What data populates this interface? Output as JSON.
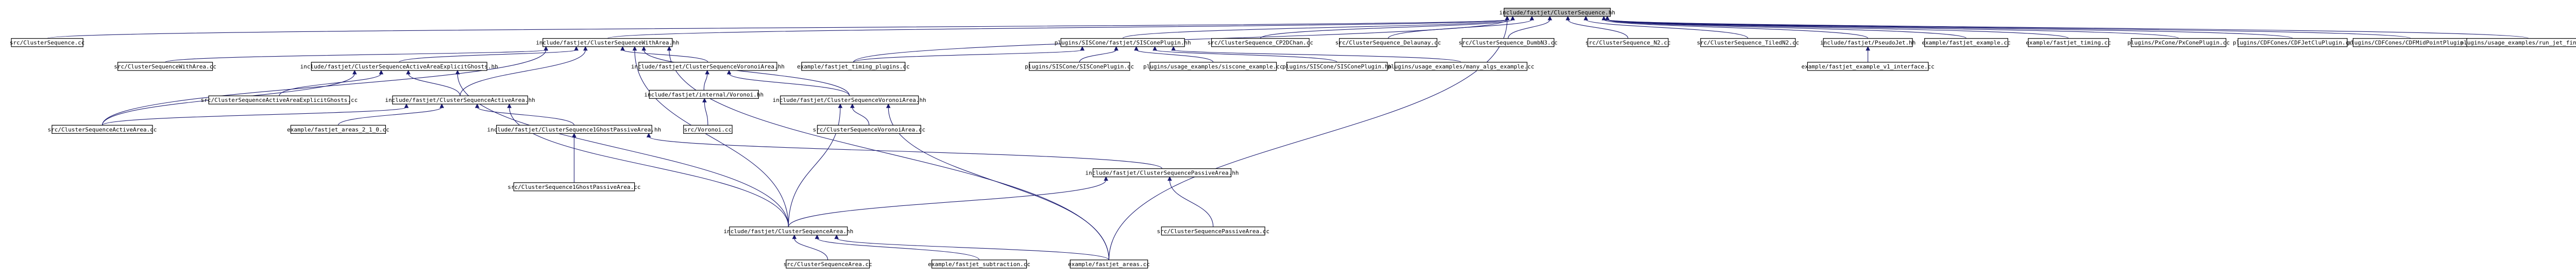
{
  "graph": {
    "root": "include/fastjet/ClusterSequence.hh",
    "nodes": [
      {
        "id": "root",
        "label": "include/fastjet/ClusterSequence.hh"
      },
      {
        "id": "csrc",
        "label": "src/ClusterSequence.cc"
      },
      {
        "id": "cswa",
        "label": "include/fastjet/ClusterSequenceWithArea.hh"
      },
      {
        "id": "siscone",
        "label": "plugins/SISCone/fastjet/SISConePlugin.hh"
      },
      {
        "id": "n2",
        "label": "src/ClusterSequence_CP2DChan.cc"
      },
      {
        "id": "delaunay",
        "label": "src/ClusterSequence_Delaunay.cc"
      },
      {
        "id": "dumb",
        "label": "src/ClusterSequence_DumbN3.cc"
      },
      {
        "id": "n2cc",
        "label": "src/ClusterSequence_N2.cc"
      },
      {
        "id": "tiled",
        "label": "src/ClusterSequence_TiledN2.cc"
      },
      {
        "id": "pj",
        "label": "include/fastjet/PseudoJet.hh"
      },
      {
        "id": "fjexample",
        "label": "example/fastjet_example.cc"
      },
      {
        "id": "fjtiming",
        "label": "example/fastjet_timing.cc"
      },
      {
        "id": "pxcone",
        "label": "plugins/PxCone/PxConePlugin.cc"
      },
      {
        "id": "cdfjet",
        "label": "plugins/CDFCones/CDFJetCluPlugin.cc"
      },
      {
        "id": "cdfmid",
        "label": "plugins/CDFCones/CDFMidPointPlugin.cc"
      },
      {
        "id": "runjet",
        "label": "plugins/usage_examples/run_jet_finder.cc"
      },
      {
        "id": "cswacc",
        "label": "src/ClusterSequenceWithArea.cc"
      },
      {
        "id": "csaeg",
        "label": "include/fastjet/ClusterSequenceActiveAreaExplicitGhosts.hh"
      },
      {
        "id": "csvah",
        "label": "include/fastjet/ClusterSequenceVoronoiArea.hh"
      },
      {
        "id": "timingpl",
        "label": "example/fastjet_timing_plugins.cc"
      },
      {
        "id": "sisconecc",
        "label": "plugins/SISCone/SISConePlugin.cc"
      },
      {
        "id": "sisconeex",
        "label": "plugins/usage_examples/siscone_example.cc"
      },
      {
        "id": "sisconehh",
        "label": "plugins/SISCone/SISConePlugin.hh"
      },
      {
        "id": "manyalgs",
        "label": "plugins/usage_examples/many_algs_example.cc"
      },
      {
        "id": "csinterface",
        "label": "example/fastjet_example_v1_interface.cc"
      },
      {
        "id": "csaegcc",
        "label": "src/ClusterSequenceActiveAreaExplicitGhosts.cc"
      },
      {
        "id": "csaa",
        "label": "include/fastjet/ClusterSequenceActiveArea.hh"
      },
      {
        "id": "voronoi",
        "label": "include/fastjet/internal/Voronoi.hh"
      },
      {
        "id": "csvah2",
        "label": "include/fastjet/ClusterSequenceVoronoiArea.hh"
      },
      {
        "id": "csaacc",
        "label": "src/ClusterSequenceActiveArea.cc"
      },
      {
        "id": "areasvn",
        "label": "example/fastjet_areas_2_1_0.cc"
      },
      {
        "id": "cs1gpa",
        "label": "include/fastjet/ClusterSequence1GhostPassiveArea.hh"
      },
      {
        "id": "voronoicc",
        "label": "src/Voronoi.cc"
      },
      {
        "id": "csvacc",
        "label": "src/ClusterSequenceVoronoiArea.cc"
      },
      {
        "id": "cs1gpacc",
        "label": "src/ClusterSequence1GhostPassiveArea.cc"
      },
      {
        "id": "cspa",
        "label": "include/fastjet/ClusterSequencePassiveArea.hh"
      },
      {
        "id": "csarea",
        "label": "include/fastjet/ClusterSequenceArea.hh"
      },
      {
        "id": "cspacc",
        "label": "src/ClusterSequencePassiveArea.cc"
      },
      {
        "id": "csareacc",
        "label": "src/ClusterSequenceArea.cc"
      },
      {
        "id": "subtraction",
        "label": "example/fastjet_subtraction.cc"
      },
      {
        "id": "areascc",
        "label": "example/fastjet_areas.cc"
      }
    ],
    "edges": [
      [
        "root",
        "csrc"
      ],
      [
        "root",
        "cswa"
      ],
      [
        "root",
        "siscone"
      ],
      [
        "root",
        "n2"
      ],
      [
        "root",
        "delaunay"
      ],
      [
        "root",
        "dumb"
      ],
      [
        "root",
        "n2cc"
      ],
      [
        "root",
        "tiled"
      ],
      [
        "root",
        "pj"
      ],
      [
        "root",
        "fjexample"
      ],
      [
        "root",
        "fjtiming"
      ],
      [
        "root",
        "pxcone"
      ],
      [
        "root",
        "cdfjet"
      ],
      [
        "root",
        "cdfmid"
      ],
      [
        "root",
        "runjet"
      ],
      [
        "root",
        "timingpl"
      ],
      [
        "root",
        "areascc"
      ],
      [
        "cswa",
        "cswacc"
      ],
      [
        "cswa",
        "csaeg"
      ],
      [
        "cswa",
        "csvah"
      ],
      [
        "cswa",
        "csaa"
      ],
      [
        "cswa",
        "csvah2"
      ],
      [
        "cswa",
        "csarea"
      ],
      [
        "cswa",
        "areascc"
      ],
      [
        "cswa",
        "csaacc"
      ],
      [
        "siscone",
        "timingpl"
      ],
      [
        "siscone",
        "sisconecc"
      ],
      [
        "siscone",
        "sisconeex"
      ],
      [
        "siscone",
        "sisconehh"
      ],
      [
        "siscone",
        "manyalgs"
      ],
      [
        "pj",
        "csinterface"
      ],
      [
        "csaeg",
        "csaegcc"
      ],
      [
        "csaeg",
        "csaa"
      ],
      [
        "csaeg",
        "csaacc"
      ],
      [
        "csaeg",
        "csarea"
      ],
      [
        "csvah",
        "voronoi"
      ],
      [
        "csvah",
        "csvah2"
      ],
      [
        "csaa",
        "csaacc"
      ],
      [
        "csaa",
        "areasvn"
      ],
      [
        "csaa",
        "cs1gpa"
      ],
      [
        "csaa",
        "csarea"
      ],
      [
        "voronoi",
        "voronoicc"
      ],
      [
        "csvah2",
        "csvacc"
      ],
      [
        "csvah2",
        "csarea"
      ],
      [
        "csvah2",
        "areascc"
      ],
      [
        "cs1gpa",
        "cs1gpacc"
      ],
      [
        "cs1gpa",
        "cspa"
      ],
      [
        "cspa",
        "cspacc"
      ],
      [
        "cspa",
        "csarea"
      ],
      [
        "csarea",
        "csareacc"
      ],
      [
        "csarea",
        "subtraction"
      ],
      [
        "csarea",
        "areascc"
      ]
    ]
  }
}
